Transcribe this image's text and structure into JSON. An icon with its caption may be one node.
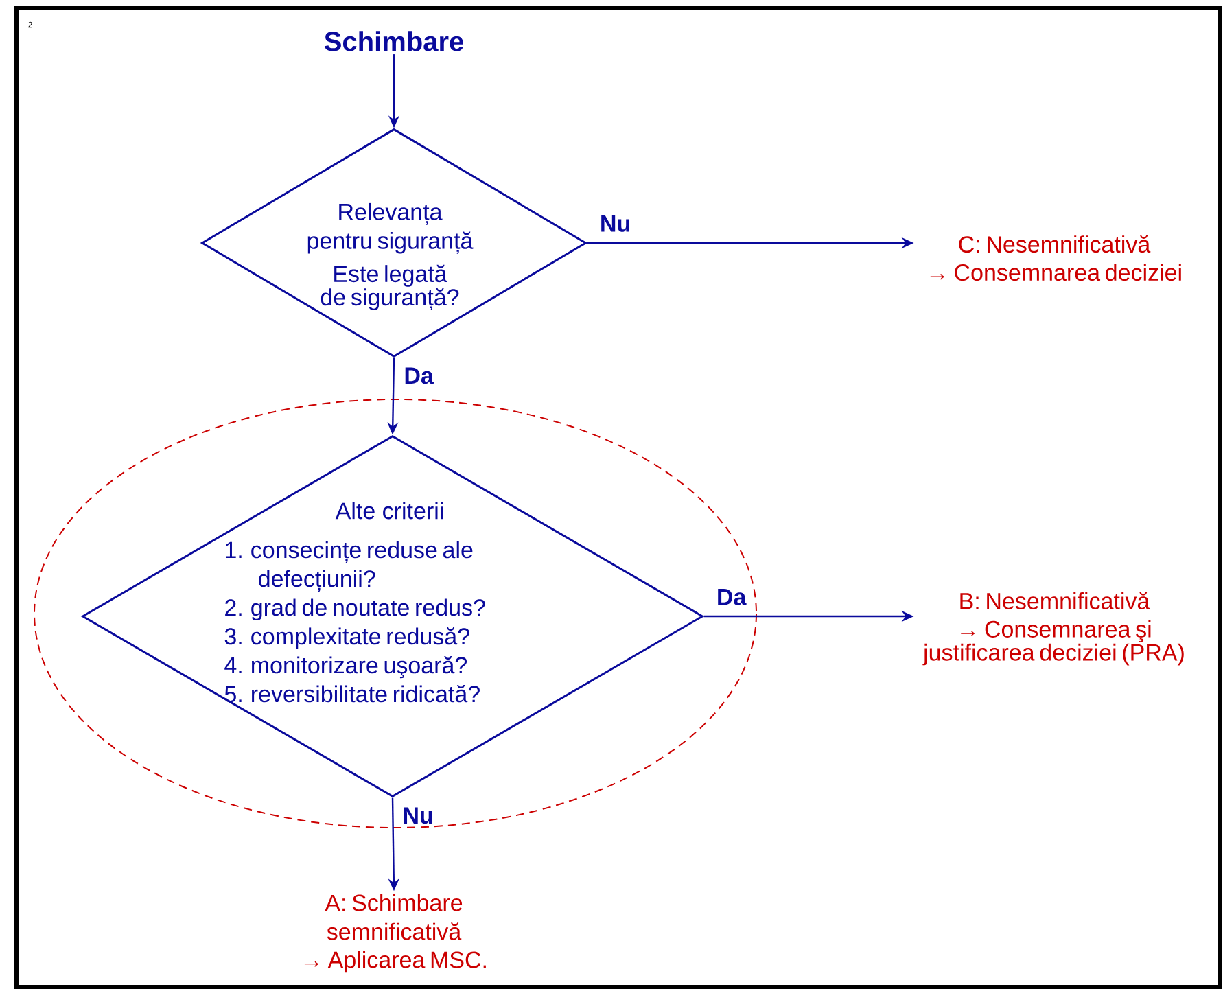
{
  "diagram": {
    "nodes": [
      {
        "text": [
          "Schimbare"
        ]
      },
      {
        "text": [
          "Relevanța pentru siguranță",
          "Este legată de siguranță?"
        ]
      },
      {
        "text": [
          "C: Nesemnificativă",
          "→ Consemnarea deciziei"
        ]
      },
      {
        "text": [
          "Alte criterii",
          "1. consecințe reduse ale defecțiunii?",
          "2. grad de noutate redus?",
          "3. complexitate redusă?",
          "4. monitorizare uşoară?",
          "5. reversibilitate ridicată?"
        ]
      },
      {
        "text": [
          "B: Nesemnificativă",
          "→ Consemnarea şi justificarea deciziei (PRA)"
        ]
      },
      {
        "text": [
          "A: Schimbare semnificativă",
          "→ Aplicarea MSC."
        ]
      }
    ],
    "edges": [
      {
        "from": 0,
        "to": 1,
        "arrow": "to"
      },
      {
        "from": 1,
        "to": 2,
        "arrow": "to",
        "label": "Nu"
      },
      {
        "from": 1,
        "to": 3,
        "arrow": "to",
        "label": "Da"
      },
      {
        "from": 3,
        "to": 4,
        "arrow": "to",
        "label": "Da"
      },
      {
        "from": 3,
        "to": 5,
        "arrow": "to",
        "label": "Nu"
      }
    ],
    "labels": [
      "2"
    ]
  }
}
